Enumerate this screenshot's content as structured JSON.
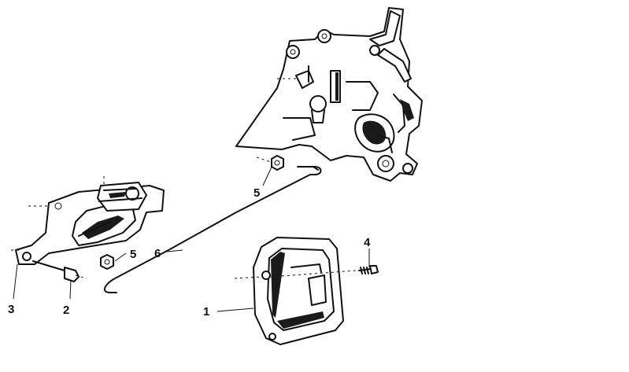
{
  "callouts": {
    "1": "1",
    "2": "2",
    "3": "3",
    "4": "4",
    "5a": "5",
    "5b": "5",
    "6": "6"
  }
}
